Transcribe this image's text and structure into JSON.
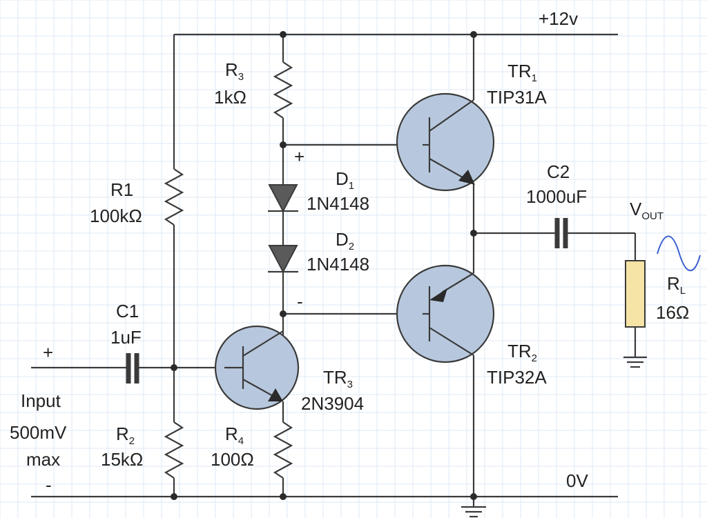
{
  "supply": {
    "positive": "+12v",
    "ground": "0V"
  },
  "input": {
    "plus": "+",
    "label": "Input",
    "amplitude": "500mV",
    "qualifier": "max",
    "minus": "-"
  },
  "r1": {
    "name": "R1",
    "value": "100kΩ"
  },
  "r2": {
    "name": "R",
    "sub": "2",
    "value": "15kΩ"
  },
  "r3": {
    "name": "R",
    "sub": "3",
    "value": "1kΩ"
  },
  "r4": {
    "name": "R",
    "sub": "4",
    "value": "100Ω"
  },
  "c1": {
    "name": "C1",
    "value": "1uF"
  },
  "c2": {
    "name": "C2",
    "value": "1000uF"
  },
  "d1": {
    "name": "D",
    "sub": "1",
    "part": "1N4148"
  },
  "d2": {
    "name": "D",
    "sub": "2",
    "part": "1N4148"
  },
  "tr1": {
    "name": "TR",
    "sub": "1",
    "part": "TIP31A"
  },
  "tr2": {
    "name": "TR",
    "sub": "2",
    "part": "TIP32A"
  },
  "tr3": {
    "name": "TR",
    "sub": "3",
    "part": "2N3904"
  },
  "bias": {
    "plus": "+",
    "minus": "-"
  },
  "vout": {
    "name": "V",
    "sub": "OUT"
  },
  "rl": {
    "name": "R",
    "sub": "L",
    "value": "16Ω"
  },
  "colors": {
    "grid": "#dde9f5",
    "transistor": "#b7c8de",
    "load": "#f6e4a7",
    "signal": "#3a5fd0"
  }
}
